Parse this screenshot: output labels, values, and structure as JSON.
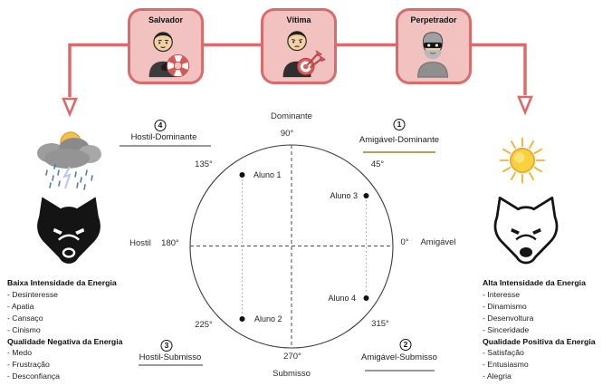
{
  "colors": {
    "accent_red": "#DB6B6B",
    "card_background": "#F2C2C0",
    "underline_gray": "#9A9A9A",
    "underline_gold": "#B5A25A",
    "black_wolf": "#141414",
    "sun_yellow": "#F7D23E"
  },
  "roles": [
    {
      "label": "Salvador",
      "icon": "rescuer-lifebuoy-icon"
    },
    {
      "label": "Vítima",
      "icon": "victim-target-icon"
    },
    {
      "label": "Perpetrador",
      "icon": "perpetrator-mask-icon"
    }
  ],
  "circumplex": {
    "axis_labels": {
      "top": "Dominante",
      "bottom": "Submisso",
      "left": "Hostil",
      "right": "Amigável"
    },
    "angle_labels": {
      "top": "90°",
      "upper_left": "135°",
      "left": "180°",
      "lower_left": "225°",
      "bottom": "270°",
      "lower_right": "315°",
      "right": "0°",
      "upper_right": "45°"
    },
    "quadrants": {
      "q1": {
        "number": "1",
        "label": "Amigável-Dominante"
      },
      "q2": {
        "number": "2",
        "label": "Amigável-Submisso"
      },
      "q3": {
        "number": "3",
        "label": "Hostil-Submisso"
      },
      "q4": {
        "number": "4",
        "label": "Hostil-Dominante"
      }
    },
    "points": [
      {
        "label": "Aluno 1"
      },
      {
        "label": "Aluno 2"
      },
      {
        "label": "Aluno 3"
      },
      {
        "label": "Aluno 4"
      }
    ]
  },
  "left_panel": {
    "icons": [
      "storm-cloud-icon",
      "black-wolf-icon"
    ],
    "intensity_title": "Baixa Intensidade da Energia",
    "intensity_items": [
      "- Desinteresse",
      "- Apatia",
      "- Cansaço",
      "- Cinismo"
    ],
    "quality_title": "Qualidade Negativa da Energia",
    "quality_items": [
      "- Medo",
      "- Frustração",
      "- Desconfiança"
    ]
  },
  "right_panel": {
    "icons": [
      "sun-icon",
      "white-wolf-icon"
    ],
    "intensity_title": "Alta Intensidade da Energia",
    "intensity_items": [
      "- Interesse",
      "- Dinamismo",
      "- Desenvoltura",
      "- Sinceridade"
    ],
    "quality_title": "Qualidade Positiva da Energia",
    "quality_items": [
      "- Satisfação",
      "- Entusiasmo",
      "- Alegria"
    ]
  }
}
